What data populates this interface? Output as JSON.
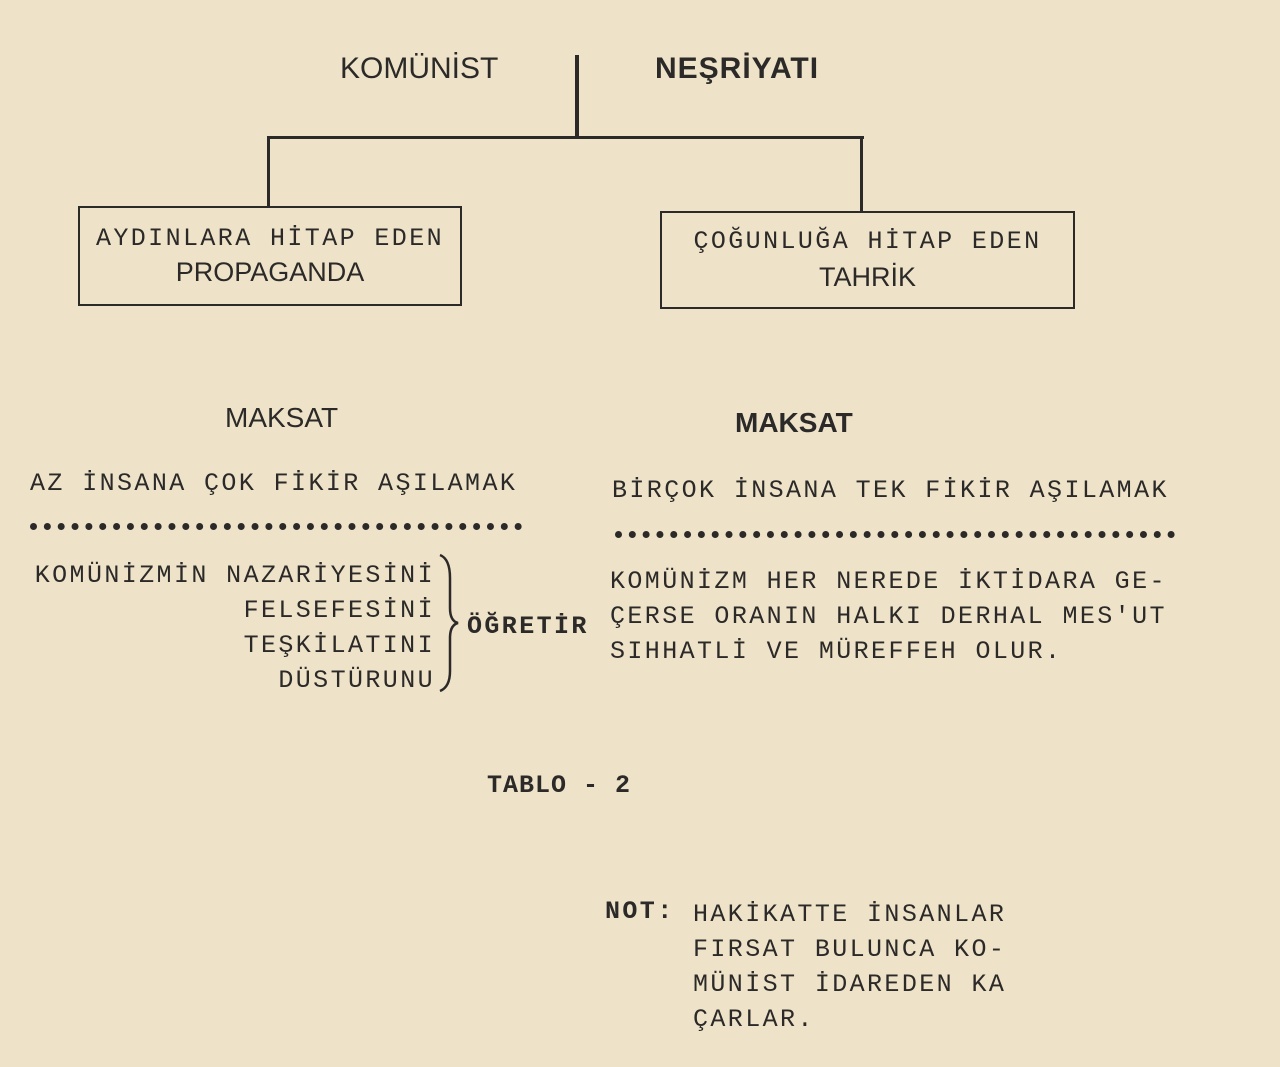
{
  "title": {
    "left": "KOMÜNİST",
    "right": "NEŞRİYATI"
  },
  "left_branch": {
    "box_line1": "AYDINLARA HİTAP EDEN",
    "box_line2": "PROPAGANDA",
    "purpose_heading": "MAKSAT",
    "purpose": "AZ İNSANA ÇOK FİKİR AŞILAMAK",
    "list": [
      "KOMÜNİZMİN NAZARİYESİNİ",
      "FELSEFESİNİ",
      "TEŞKİLATINI",
      "DÜSTÜRUNU"
    ],
    "verb": "ÖĞRETİR"
  },
  "right_branch": {
    "box_line1": "ÇOĞUNLUĞA HİTAP EDEN",
    "box_line2": "TAHRİK",
    "purpose_heading": "MAKSAT",
    "purpose": "BİRÇOK İNSANA TEK FİKİR AŞILAMAK",
    "paragraph": [
      "KOMÜNİZM HER NEREDE İKTİDARA GE-",
      "ÇERSE ORANIN HALKI DERHAL MES'UT",
      "SIHHATLİ VE MÜREFFEH OLUR."
    ]
  },
  "caption": "TABLO - 2",
  "note": {
    "label": "NOT:",
    "lines": [
      "HAKİKATTE İNSANLAR",
      "FIRSAT BULUNCA KO-",
      "MÜNİST İDAREDEN KA",
      "ÇARLAR."
    ]
  }
}
